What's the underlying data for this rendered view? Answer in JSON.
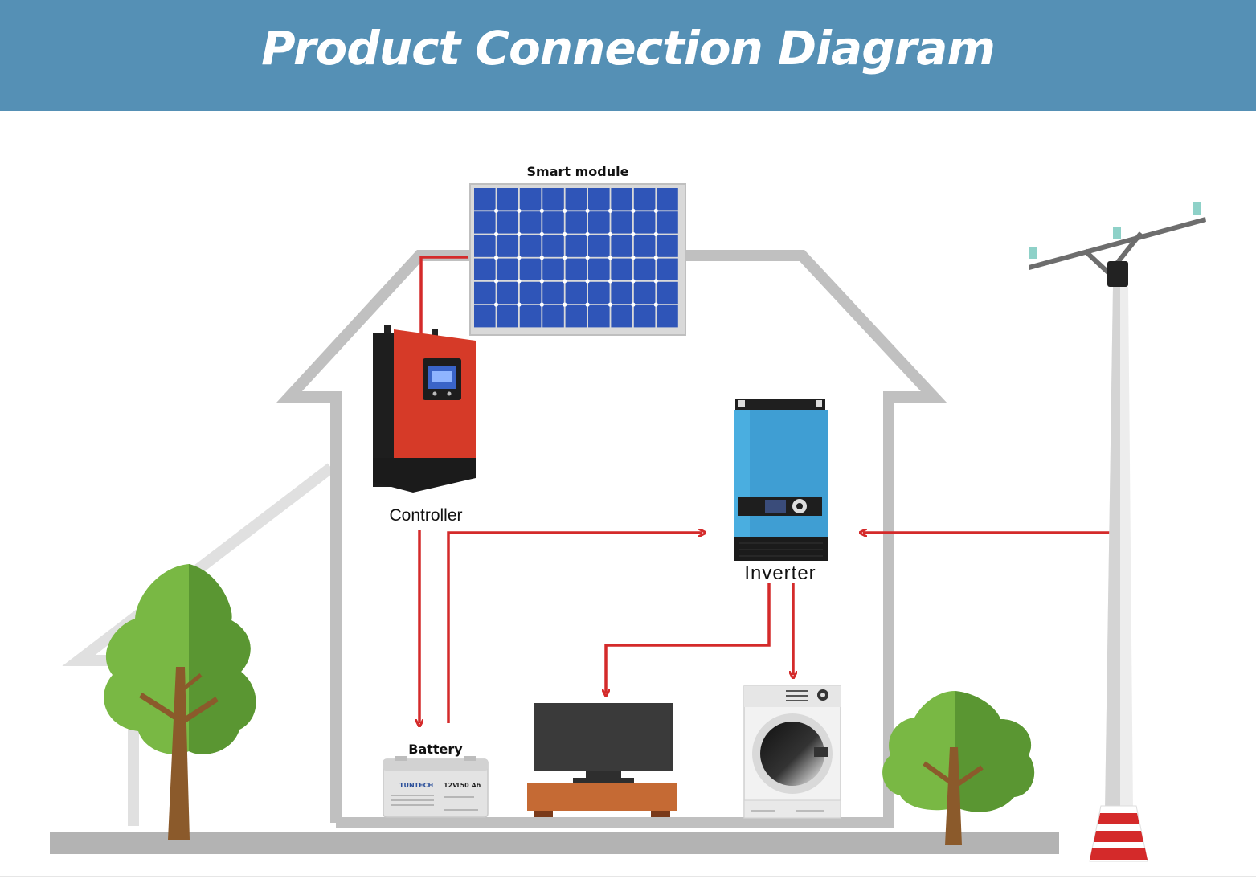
{
  "title": "Product Connection Diagram",
  "labels": {
    "smart_module": "Smart module",
    "controller": "Controller",
    "inverter": "Inverter",
    "battery": "Battery"
  },
  "battery_text": {
    "brand": "TUNTECH",
    "rating_v": "12V",
    "rating_ah": "150 Ah"
  },
  "colors": {
    "header": "#5590b5",
    "wire": "#d42a2a",
    "house_outline": "#bdbdbd",
    "ground": "#b3b3b3",
    "panel": "#2f55b8",
    "controller": "#d63a28",
    "inverter": "#3f9ed3",
    "tree_light": "#79b844",
    "tree_dark": "#5a9632",
    "trunk": "#8b5a2b"
  },
  "icons": [
    "solar-panel-icon",
    "charge-controller-icon",
    "inverter-icon",
    "battery-icon",
    "television-icon",
    "washing-machine-icon",
    "tree-icon",
    "utility-pole-icon"
  ]
}
